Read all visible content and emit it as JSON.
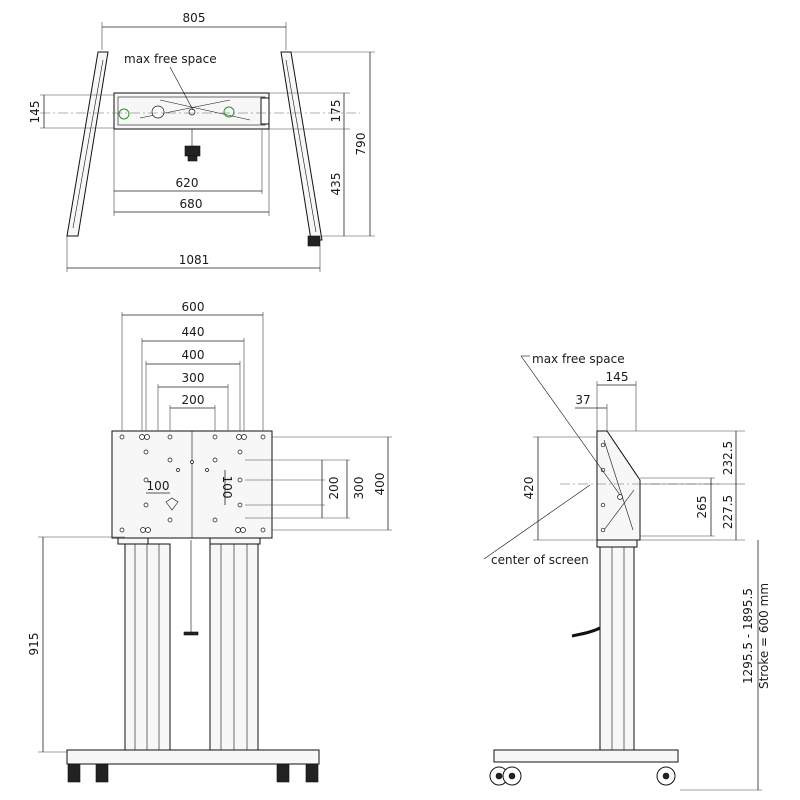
{
  "top_view": {
    "label_max_free_space": "max free space",
    "dims": {
      "overall_top": "805",
      "left_145": "145",
      "right_175": "175",
      "right_790": "790",
      "right_435": "435",
      "width_620": "620",
      "width_680": "680",
      "overall_bottom": "1081"
    }
  },
  "front_view": {
    "dims": {
      "w600": "600",
      "w440": "440",
      "w400": "400",
      "w300": "300",
      "w200": "200",
      "h100_horiz": "100",
      "h100_vert": "100",
      "r200": "200",
      "r300": "300",
      "r400": "400",
      "h915": "915"
    }
  },
  "side_view": {
    "label_max_free_space": "max free space",
    "label_center_of_screen": "center of screen",
    "dims": {
      "d145": "145",
      "d37": "37",
      "d420": "420",
      "d232_5": "232.5",
      "d265": "265",
      "d227_5": "227.5",
      "height_range": "1295.5 - 1895.5",
      "stroke": "Stroke = 600 mm"
    }
  }
}
